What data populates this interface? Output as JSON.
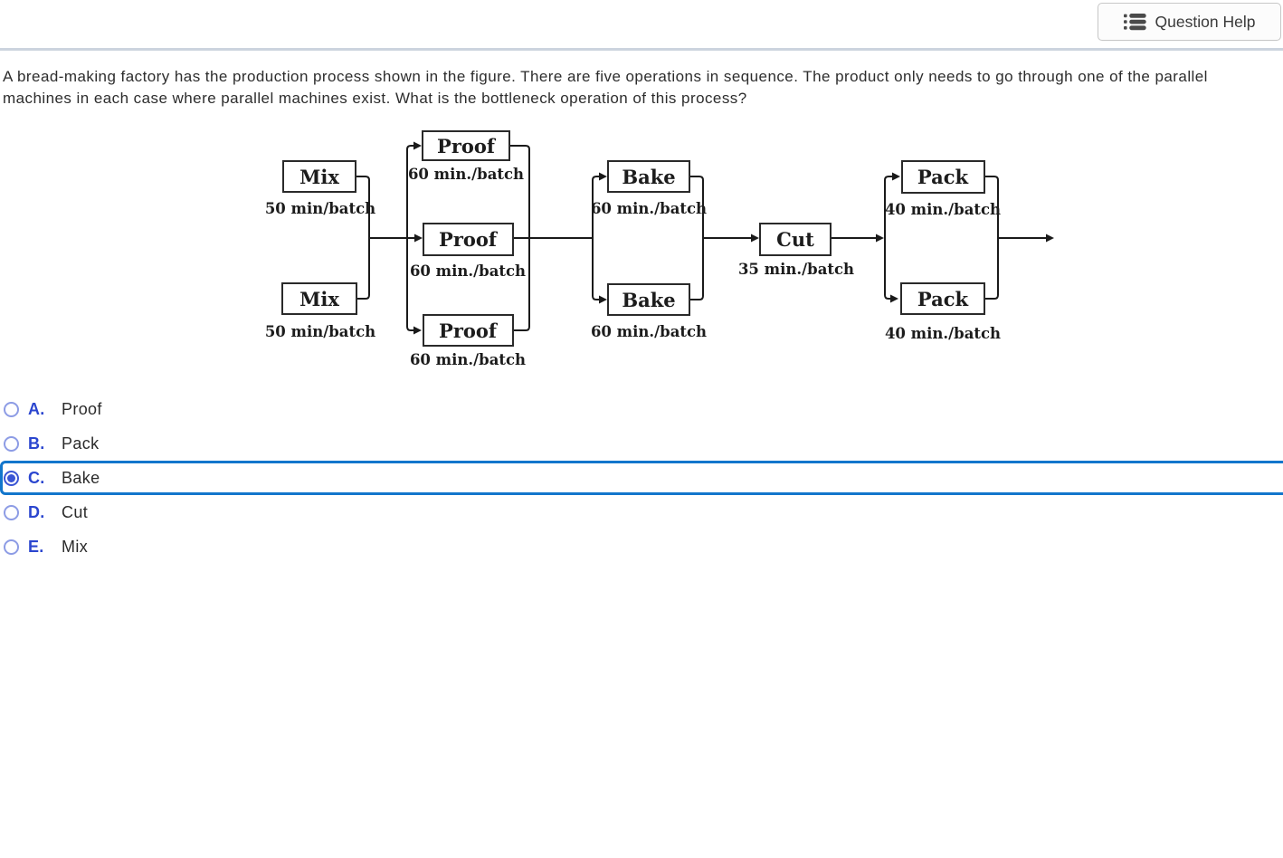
{
  "header": {
    "question_help_label": "Question Help"
  },
  "question": {
    "line1": "A bread-making factory has the production process shown in the figure. There are five operations in sequence. The product only needs to go through one of the parallel",
    "line2": "machines in each case where parallel machines exist. What is the bottleneck operation of this process?"
  },
  "figure": {
    "mix_top": {
      "label": "Mix",
      "time": "50 min/batch"
    },
    "mix_bottom": {
      "label": "Mix",
      "time": "50 min/batch"
    },
    "proof_top": {
      "label": "Proof",
      "time": "60 min./batch"
    },
    "proof_mid": {
      "label": "Proof",
      "time": "60 min./batch"
    },
    "proof_bottom": {
      "label": "Proof",
      "time": "60 min./batch"
    },
    "bake_top": {
      "label": "Bake",
      "time": "60 min./batch"
    },
    "bake_bottom": {
      "label": "Bake",
      "time": "60 min./batch"
    },
    "cut": {
      "label": "Cut",
      "time": "35 min./batch"
    },
    "pack_top": {
      "label": "Pack",
      "time": "40 min./batch"
    },
    "pack_bottom": {
      "label": "Pack",
      "time": "40 min./batch"
    }
  },
  "options": [
    {
      "letter": "A.",
      "label": "Proof",
      "selected": false
    },
    {
      "letter": "B.",
      "label": "Pack",
      "selected": false
    },
    {
      "letter": "C.",
      "label": "Bake",
      "selected": true
    },
    {
      "letter": "D.",
      "label": "Cut",
      "selected": false
    },
    {
      "letter": "E.",
      "label": "Mix",
      "selected": false
    }
  ],
  "colors": {
    "highlight_border": "#1276cc",
    "radio_selected": "#3a55d4",
    "radio_unselected_ring": "#8d9ce5",
    "option_letter_blue": "#2b46cf",
    "divider": "#ccd4de",
    "figure_ink": "#1a1a1a"
  }
}
